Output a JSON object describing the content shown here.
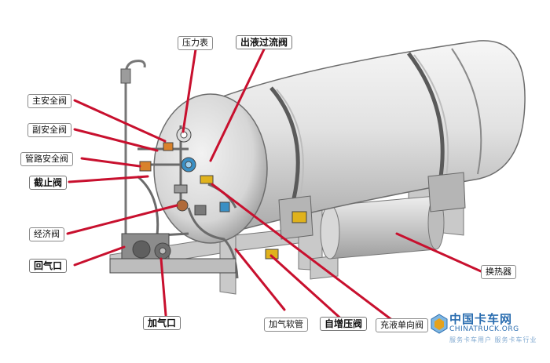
{
  "labels": {
    "pressure_gauge": "压力表",
    "liquid_valve": "出液过流阀",
    "main_safety": "主安全阀",
    "secondary_safety": "副安全阀",
    "pipeline_safety": "管路安全阀",
    "stop_valve": "截止阀",
    "economizer": "经济阀",
    "return_port": "回气口",
    "heat_exchanger": "换热器",
    "fill_port": "加气口",
    "fill_hose": "加气软管",
    "pressure_booster": "自增压阀",
    "check_valve": "充液单向阀"
  },
  "watermark": {
    "name_cn": "中国卡车网",
    "name_en": "CHINATRUCK.ORG",
    "tagline": "服务卡车用户 服务卡车行业"
  },
  "colors": {
    "leader": "#c8102e",
    "tank_fill": "#e4e4e4",
    "tank_shadow": "#9a9a9a",
    "valve_orange": "#d9822b",
    "valve_blue": "#3a8fc4"
  }
}
